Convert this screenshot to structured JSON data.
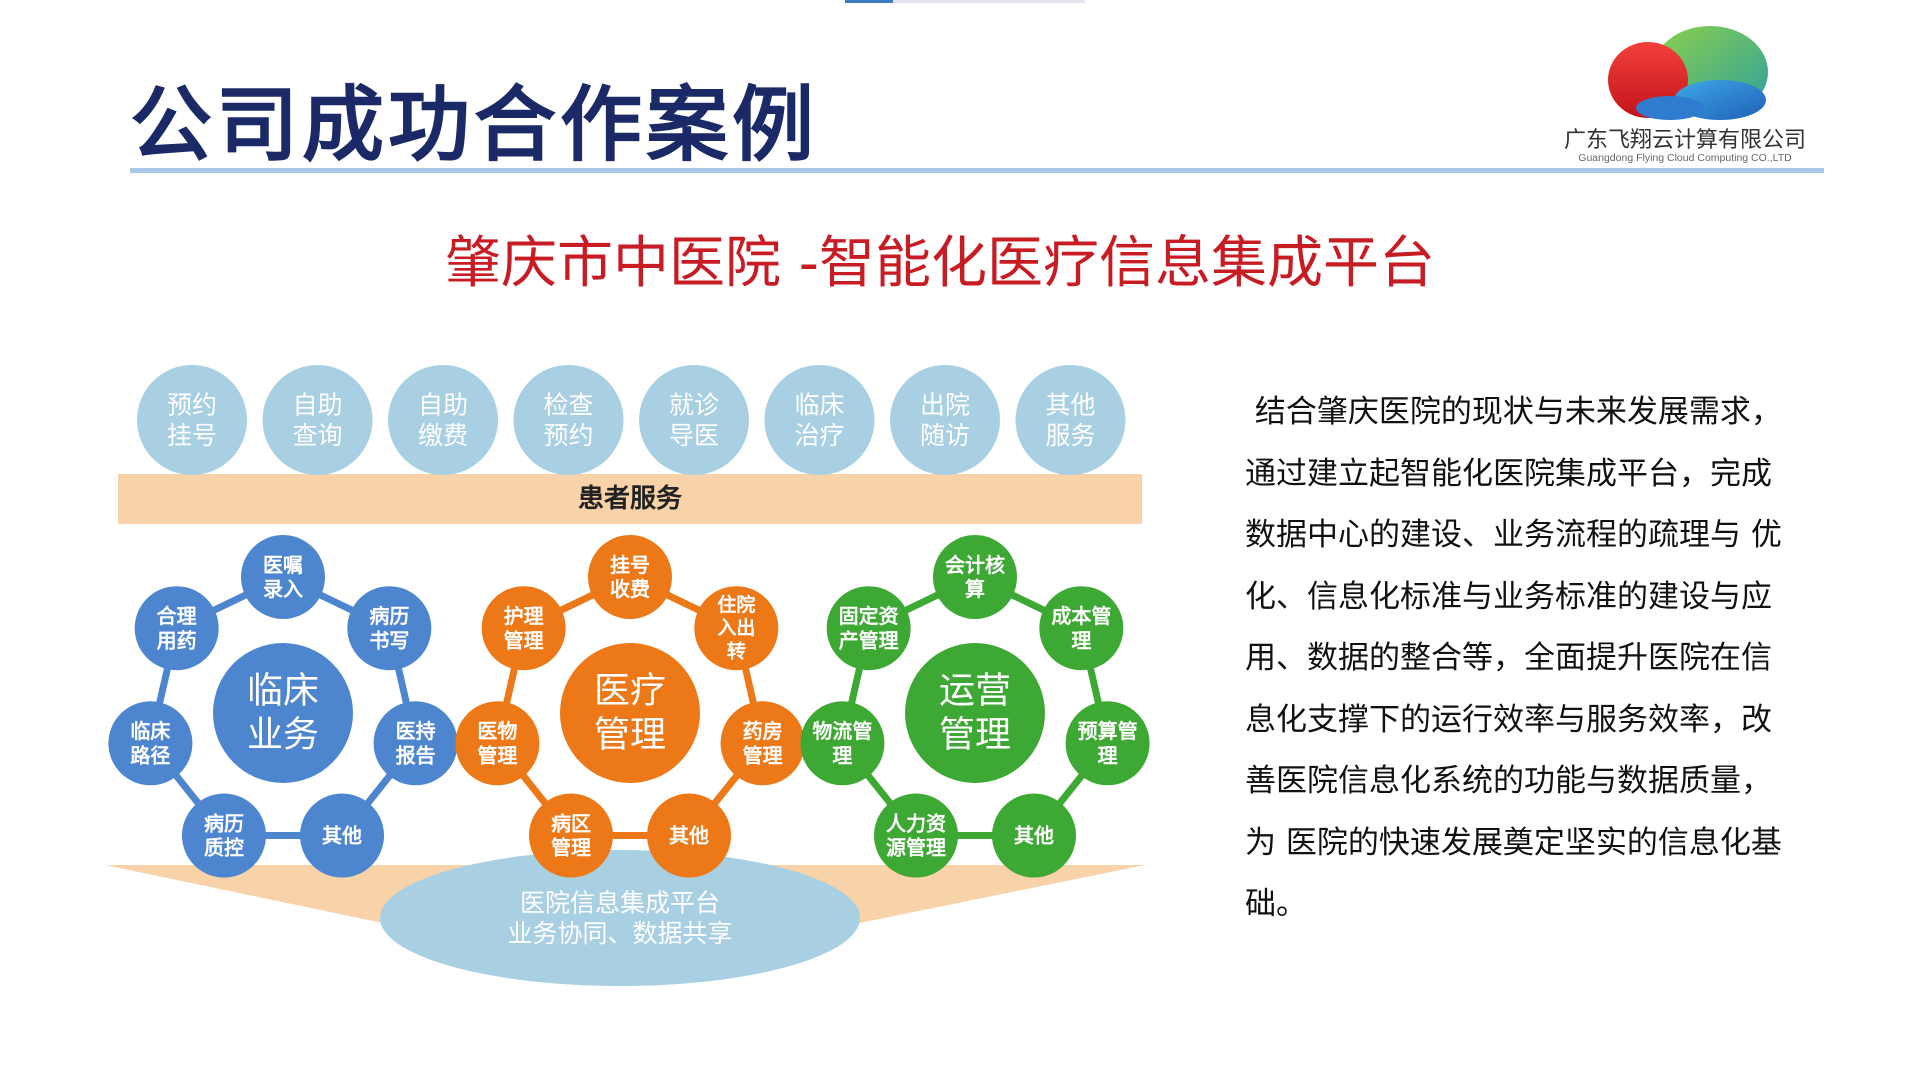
{
  "header": {
    "title": "公司成功合作案例",
    "logo_name": "广东飞翔云计算有限公司",
    "logo_en": "Guangdong Flying Cloud Computing CO.,LTD"
  },
  "subtitle": "肇庆市中医院 -智能化医疗信息集成平台",
  "colors": {
    "title": "#1b2a66",
    "subtitle": "#c81c24",
    "rule": "#a9c7e8",
    "service_circle": "#a9cfe3",
    "service_text": "#ffffff",
    "band": "#f8d2a8",
    "clinical": "#4d86cf",
    "medical": "#ec7818",
    "operations": "#3ea834",
    "platform": "#a9cfe3",
    "funnel": "#f8d2a8"
  },
  "diagram": {
    "services": [
      [
        "预约",
        "挂号"
      ],
      [
        "自助",
        "查询"
      ],
      [
        "自助",
        "缴费"
      ],
      [
        "检查",
        "预约"
      ],
      [
        "就诊",
        "导医"
      ],
      [
        "临床",
        "治疗"
      ],
      [
        "出院",
        "随访"
      ],
      [
        "其他",
        "服务"
      ]
    ],
    "band_label": "患者服务",
    "groups": [
      {
        "key": "clinical",
        "center": [
          "临床",
          "业务"
        ],
        "nodes": [
          [
            "医嘱",
            "录入"
          ],
          [
            "病历",
            "书写"
          ],
          [
            "医持",
            "报告"
          ],
          [
            "其他"
          ],
          [
            "病历",
            "质控"
          ],
          [
            "临床",
            "路径"
          ],
          [
            "合理",
            "用药"
          ]
        ]
      },
      {
        "key": "medical",
        "center": [
          "医疗",
          "管理"
        ],
        "nodes": [
          [
            "挂号",
            "收费"
          ],
          [
            "住院",
            "入出",
            "转"
          ],
          [
            "药房",
            "管理"
          ],
          [
            "其他"
          ],
          [
            "病区",
            "管理"
          ],
          [
            "医物",
            "管理"
          ],
          [
            "护理",
            "管理"
          ]
        ]
      },
      {
        "key": "operations",
        "center": [
          "运营",
          "管理"
        ],
        "nodes": [
          [
            "会计核",
            "算"
          ],
          [
            "成本管",
            "理"
          ],
          [
            "预算管",
            "理"
          ],
          [
            "其他"
          ],
          [
            "人力资",
            "源管理"
          ],
          [
            "物流管",
            "理"
          ],
          [
            "固定资",
            "产管理"
          ]
        ]
      }
    ],
    "platform": [
      "医院信息集成平台",
      "业务协同、数据共享"
    ]
  },
  "description": {
    "lines": [
      " 结合肇庆医院的现状与未来发展需求，",
      "通过建立起智能化医院集成平台，完成",
      "数据中心的建设、业务流程的疏理与 优",
      "化、信息化标准与业务标准的建设与应",
      "用、数据的整合等，全面提升医院在信",
      "息化支撑下的运行效率与服务效率，改",
      "善医院信息化系统的功能与数据质量，",
      "为 医院的快速发展奠定坚实的信息化基",
      "础。"
    ]
  }
}
